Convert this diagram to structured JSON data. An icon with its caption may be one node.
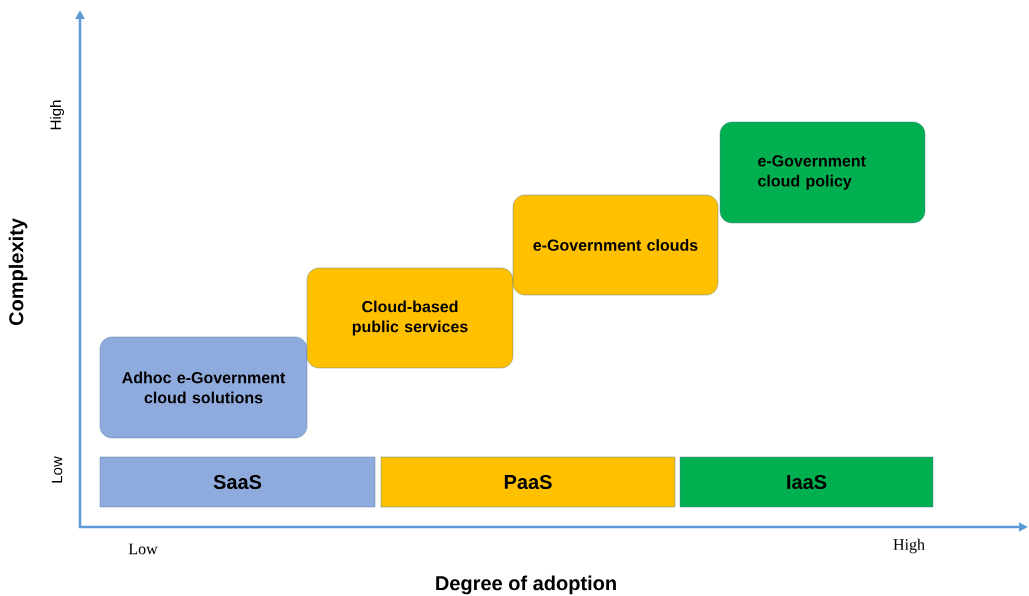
{
  "diagram": {
    "nodes": [
      {
        "text": [
          "Adhoc e-Government cloud solutions"
        ]
      },
      {
        "text": [
          "Cloud-based public services"
        ]
      },
      {
        "text": [
          "e-Government clouds"
        ]
      },
      {
        "text": [
          "e-Government cloud policy"
        ]
      },
      {
        "text": [
          "SaaS"
        ]
      },
      {
        "text": [
          "PaaS"
        ]
      },
      {
        "text": [
          "IaaS"
        ]
      }
    ],
    "edges": [],
    "labels": [
      "High",
      "Complexity",
      "Low",
      "Low",
      "High",
      "Degree of adoption"
    ]
  }
}
